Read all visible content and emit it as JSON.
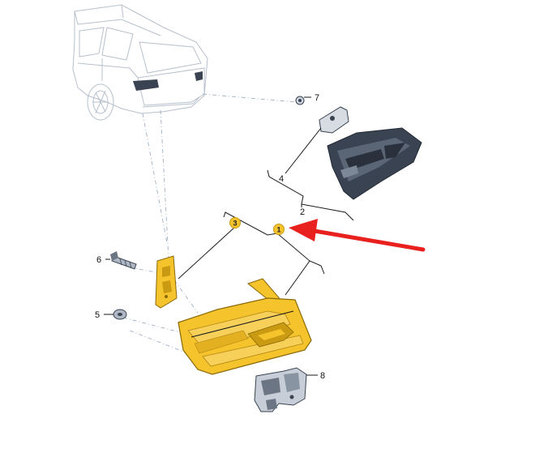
{
  "colors": {
    "highlight": "#f5c32c",
    "highlight_dark": "#c99a12",
    "arrow": "#e8201e",
    "part_dark": "#3a4352",
    "car_line": "#b7c0cc",
    "leader": "#1a1a1a",
    "dashed_axis": "#9fb0c4"
  },
  "icons": {
    "vehicle": "station-wagon-rear-view",
    "pointer": "red-arrow-left"
  },
  "callouts": {
    "c1": "1",
    "c2": "2",
    "c3": "3",
    "c4": "4",
    "c5": "5",
    "c6": "6",
    "c7": "7",
    "c8": "8"
  }
}
